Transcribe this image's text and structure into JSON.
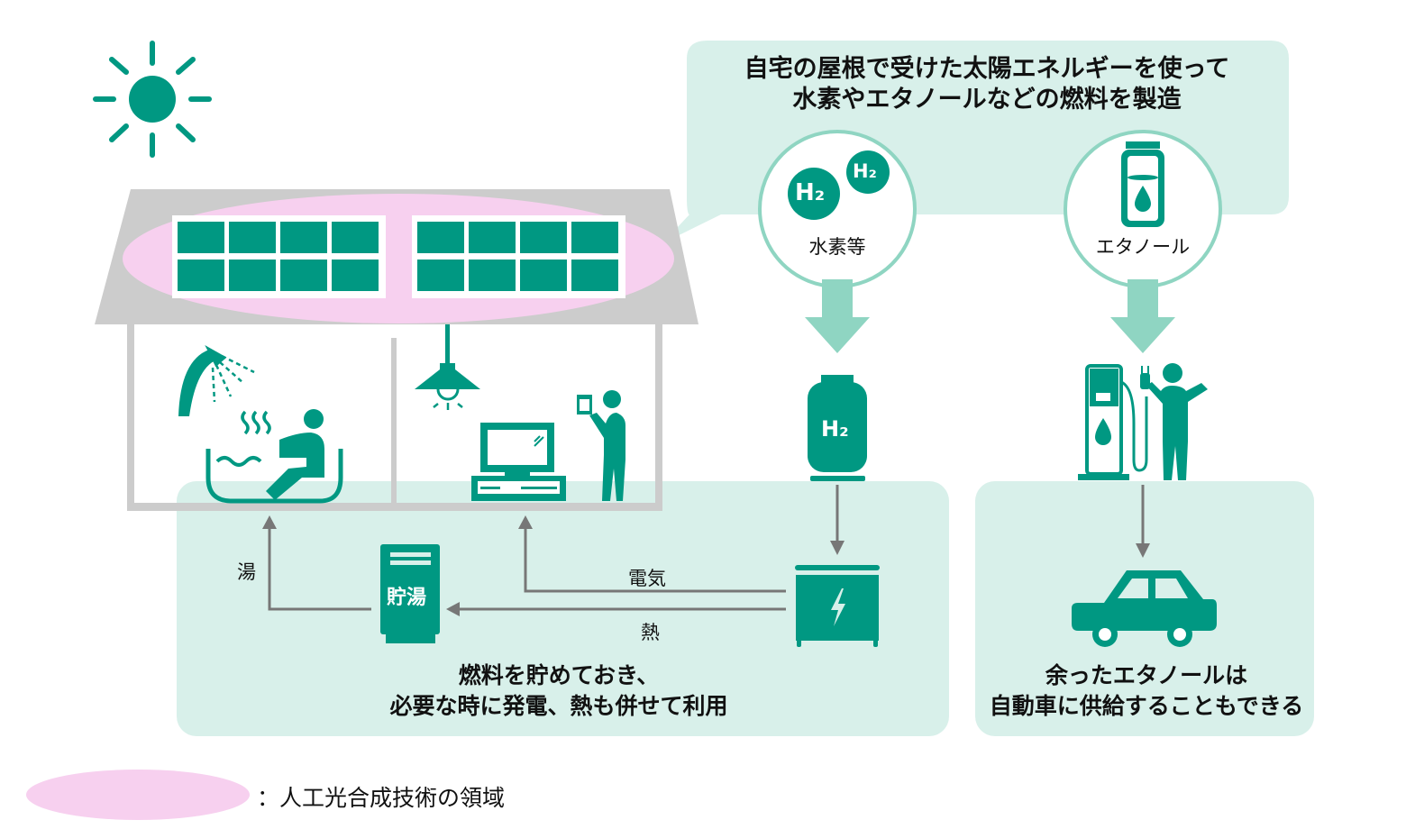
{
  "callout": {
    "line1": "自宅の屋根で受けた太陽エネルギーを使って",
    "line2": "水素やエタノールなどの燃料を製造"
  },
  "products": {
    "hydrogen": {
      "label": "水素等",
      "formula": "H₂"
    },
    "ethanol": {
      "label": "エタノール"
    }
  },
  "tank": {
    "formula": "H₂"
  },
  "storage_unit": {
    "label": "貯湯"
  },
  "flows": {
    "hot_water": "湯",
    "electricity": "電気",
    "heat": "熱"
  },
  "panel_left": {
    "line1": "燃料を貯めておき、",
    "line2": "必要な時に発電、熱も併せて利用"
  },
  "panel_right": {
    "line1": "余ったエタノールは",
    "line2": "自動車に供給することもできる"
  },
  "legend": {
    "text": "：人工光合成技術の領域"
  },
  "colors": {
    "teal": "#009882",
    "mint_bg": "#d8f0ea",
    "mint_arrow": "#8fd5c2",
    "pink": "#f7d0ef",
    "roof_gray": "#cccccc",
    "arrow_gray": "#777777"
  }
}
